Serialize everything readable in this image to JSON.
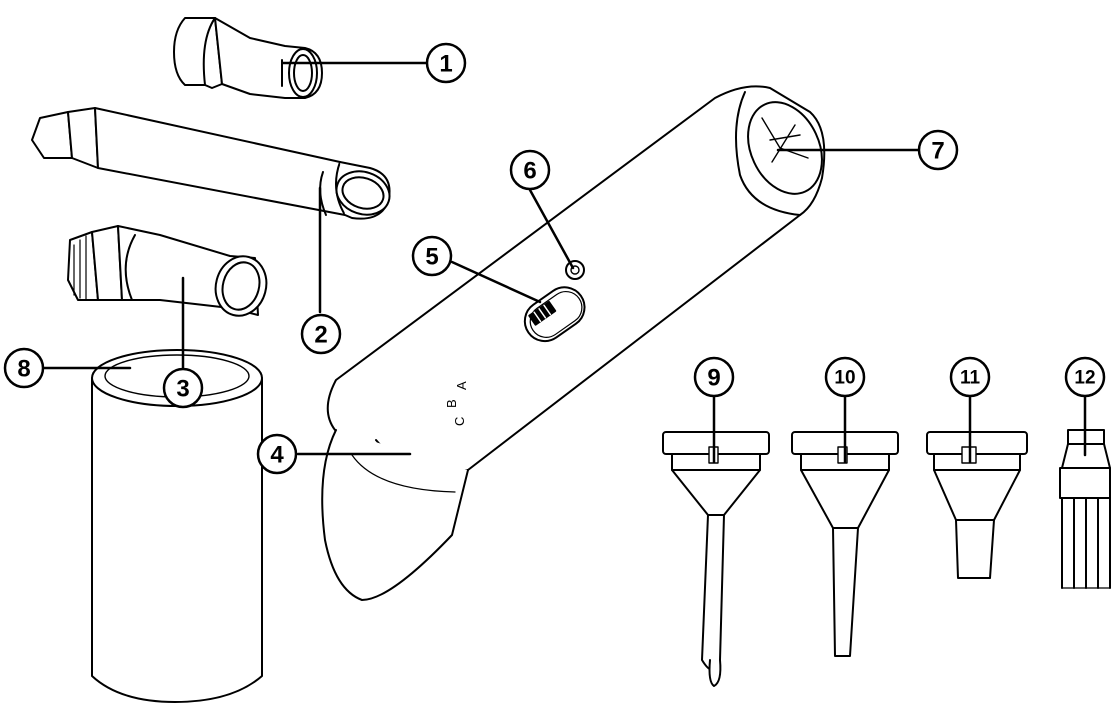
{
  "diagram": {
    "callouts": [
      {
        "id": "c1",
        "label": "1"
      },
      {
        "id": "c2",
        "label": "2"
      },
      {
        "id": "c3",
        "label": "3"
      },
      {
        "id": "c4",
        "label": "4"
      },
      {
        "id": "c5",
        "label": "5"
      },
      {
        "id": "c6",
        "label": "6"
      },
      {
        "id": "c7",
        "label": "7"
      },
      {
        "id": "c8",
        "label": "8"
      },
      {
        "id": "c9",
        "label": "9"
      },
      {
        "id": "c10",
        "label": "10"
      },
      {
        "id": "c11",
        "label": "11"
      },
      {
        "id": "c12",
        "label": "12"
      }
    ],
    "body_marks": [
      "A",
      "B",
      "C"
    ]
  },
  "colors": {
    "stroke": "#000000",
    "fill": "#ffffff"
  }
}
